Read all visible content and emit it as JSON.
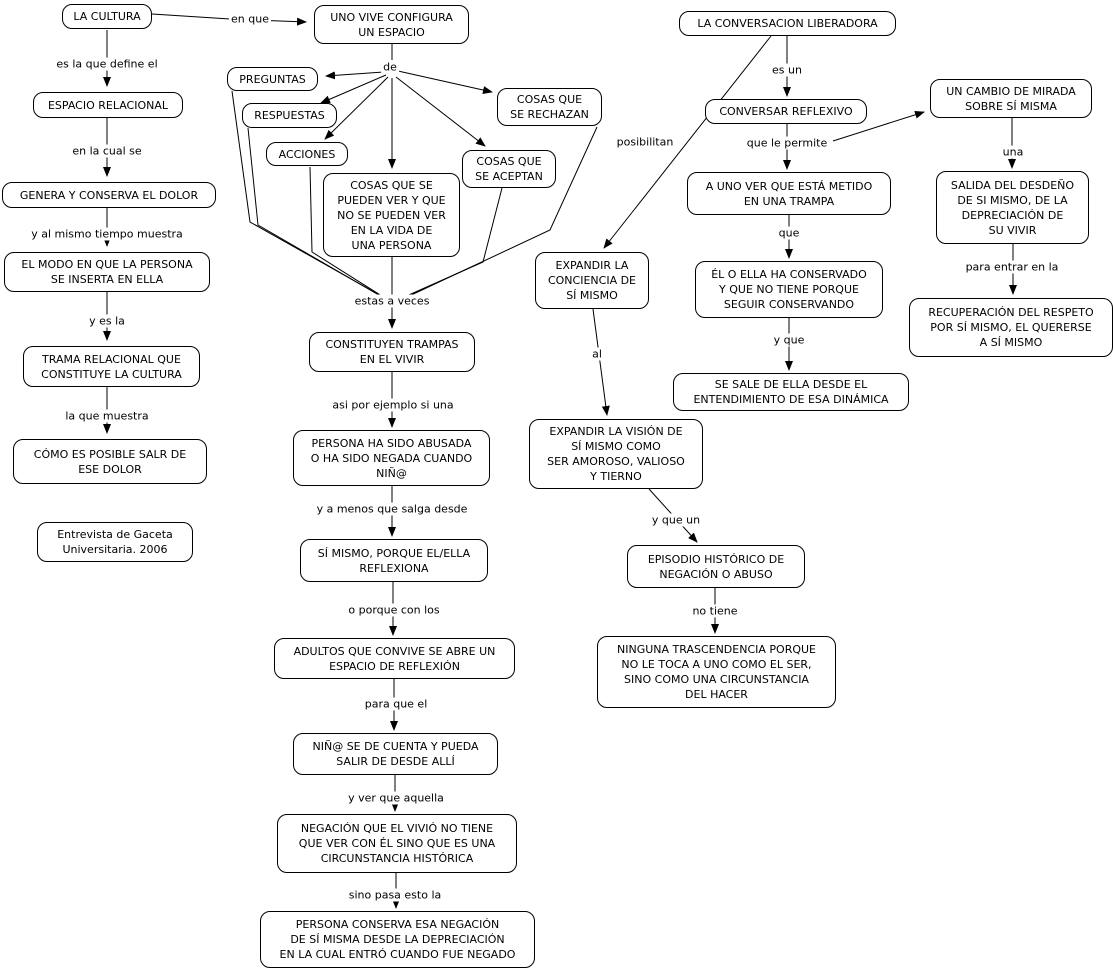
{
  "colors": {
    "background": "#ffffff",
    "node_background": "#ffffff",
    "node_border": "#000000",
    "line": "#000000",
    "text": "#000000"
  },
  "diagram": {
    "nodes": {
      "la_cultura": {
        "text": "LA CULTURA"
      },
      "espacio_relacional": {
        "text": "ESPACIO RELACIONAL"
      },
      "genera_dolor": {
        "text": "GENERA Y CONSERVA EL DOLOR"
      },
      "el_modo": {
        "text": "EL MODO EN QUE LA PERSONA\nSE INSERTA EN ELLA"
      },
      "trama_relacional": {
        "text": "TRAMA RELACIONAL QUE\nCONSTITUYE LA CULTURA"
      },
      "como_posible": {
        "text": "CÓMO ES POSIBLE SALR DE\nESE DOLOR"
      },
      "entrevista": {
        "text": "Entrevista de Gaceta\nUniversitaria. 2006"
      },
      "uno_vive": {
        "text": "UNO VIVE CONFIGURA\nUN ESPACIO"
      },
      "preguntas": {
        "text": "PREGUNTAS"
      },
      "respuestas": {
        "text": "RESPUESTAS"
      },
      "acciones": {
        "text": "ACCIONES"
      },
      "cosas_rechazan": {
        "text": "COSAS QUE\nSE RECHAZAN"
      },
      "cosas_aceptan": {
        "text": "COSAS QUE\nSE ACEPTAN"
      },
      "cosas_pueden_ver": {
        "text": "COSAS QUE SE\nPUEDEN VER Y QUE\nNO SE PUEDEN VER\nEN LA VIDA DE\nUNA PERSONA"
      },
      "constituyen_trampas": {
        "text": "CONSTITUYEN TRAMPAS\nEN EL VIVIR"
      },
      "persona_abusada": {
        "text": "PERSONA HA SIDO ABUSADA\nO HA SIDO NEGADA CUANDO\nNIÑ@"
      },
      "si_mismo_reflexiona": {
        "text": "SÍ MISMO, PORQUE EL/ELLA\nREFLEXIONA"
      },
      "adultos_convive": {
        "text": "ADULTOS QUE CONVIVE SE ABRE UN\nESPACIO DE REFLEXIÓN"
      },
      "nino_cuenta": {
        "text": "NIÑ@ SE DE CUENTA Y PUEDA\nSALIR DE DESDE ALLÍ"
      },
      "negacion_vivio": {
        "text": "NEGACIÓN QUE EL VIVIÓ NO TIENE\nQUE VER CON ÉL SINO QUE ES UNA\nCIRCUNSTANCIA HISTÓRICA"
      },
      "persona_conserva": {
        "text": "PERSONA CONSERVA ESA NEGACIÓN\nDE SÍ MISMA DESDE LA DEPRECIACIÓN\nEN LA CUAL ENTRÓ CUANDO FUE NEGADO"
      },
      "conversacion_liberadora": {
        "text": "LA CONVERSACION LIBERADORA"
      },
      "conversar_reflexivo": {
        "text": "CONVERSAR REFLEXIVO"
      },
      "a_uno_ver": {
        "text": "A UNO VER QUE ESTÁ METIDO\nEN UNA TRAMPA"
      },
      "el_o_ella": {
        "text": "ÉL O ELLA HA CONSERVADO\nY QUE NO TIENE PORQUE\nSEGUIR CONSERVANDO"
      },
      "se_sale": {
        "text": "SE SALE DE ELLA DESDE EL\nENTENDIMIENTO DE ESA DINÁMICA"
      },
      "un_cambio": {
        "text": "UN CAMBIO DE MIRADA\nSOBRE SÍ MISMA"
      },
      "salida_desdeno": {
        "text": "SALIDA DEL DESDEÑO\nDE SI MISMO, DE LA\nDEPRECIACIÓN DE\nSU VIVIR"
      },
      "recuperacion": {
        "text": "RECUPERACIÓN DEL RESPETO\nPOR SÍ MISMO, EL QUERERSE\nA SÍ MISMO"
      },
      "expandir_conciencia": {
        "text": "EXPANDIR LA\nCONCIENCIA DE\nSÍ MISMO"
      },
      "expandir_vision": {
        "text": "EXPANDIR LA VISIÓN DE\nSÍ MISMO COMO\nSER AMOROSO, VALIOSO\nY TIERNO"
      },
      "episodio": {
        "text": "EPISODIO HISTÓRICO DE\nNEGACIÓN O ABUSO"
      },
      "ninguna_trascendencia": {
        "text": "NINGUNA TRASCENDENCIA PORQUE\nNO LE TOCA A UNO COMO EL SER,\nSINO COMO UNA CIRCUNSTANCIA\nDEL HACER"
      }
    },
    "links": {
      "en_que": {
        "text": "en que"
      },
      "es_la_que_define": {
        "text": "es la que define el"
      },
      "en_la_cual_se": {
        "text": "en la cual se"
      },
      "y_al_mismo": {
        "text": "y al mismo tiempo muestra"
      },
      "y_es_la": {
        "text": "y es la"
      },
      "la_que_muestra": {
        "text": "la que muestra"
      },
      "de": {
        "text": "de"
      },
      "estas_a_veces": {
        "text": "estas a veces"
      },
      "asi_por_ejemplo": {
        "text": "asi por ejemplo si una"
      },
      "y_a_menos": {
        "text": "y a menos que salga desde"
      },
      "o_porque_con_los": {
        "text": "o porque con los"
      },
      "para_que_el": {
        "text": "para que el"
      },
      "y_ver_que_aquella": {
        "text": "y ver que aquella"
      },
      "sino_pasa_esto_la": {
        "text": "sino pasa esto la"
      },
      "es_un": {
        "text": "es un"
      },
      "que_le_permite": {
        "text": "que le permite"
      },
      "que": {
        "text": "que"
      },
      "y_que": {
        "text": "y que"
      },
      "posibilitan": {
        "text": "posibilitan"
      },
      "al": {
        "text": "al"
      },
      "y_que_un": {
        "text": "y que un"
      },
      "no_tiene": {
        "text": "no tiene"
      },
      "una": {
        "text": "una"
      },
      "para_entrar_en_la": {
        "text": "para entrar en la"
      }
    }
  }
}
